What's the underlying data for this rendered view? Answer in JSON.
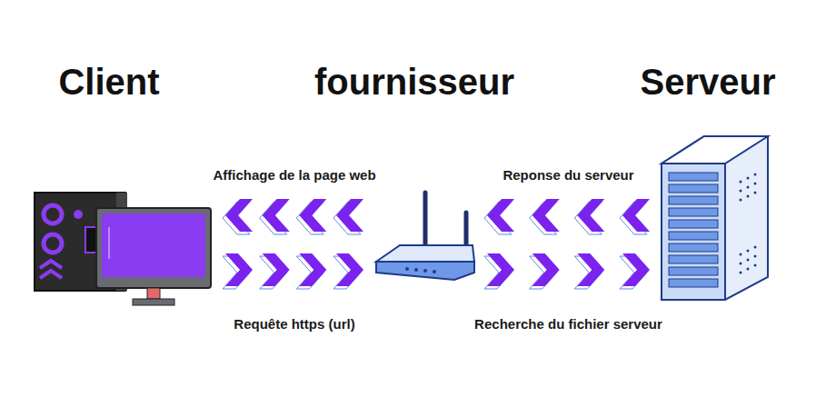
{
  "diagram": {
    "nodes": [
      {
        "text": [
          "Client"
        ]
      },
      {
        "text": [
          "fournisseur"
        ]
      },
      {
        "text": [
          "Serveur"
        ]
      }
    ],
    "edges": [
      {
        "from": 1,
        "to": 0,
        "label": "Affichage de la page web",
        "arrow": "to"
      },
      {
        "from": 0,
        "to": 1,
        "label": "Requête https (url)",
        "arrow": "to"
      },
      {
        "from": 2,
        "to": 1,
        "label": "Reponse du serveur",
        "arrow": "to"
      },
      {
        "from": 1,
        "to": 2,
        "label": "Recherche du fichier serveur",
        "arrow": "to"
      }
    ]
  }
}
